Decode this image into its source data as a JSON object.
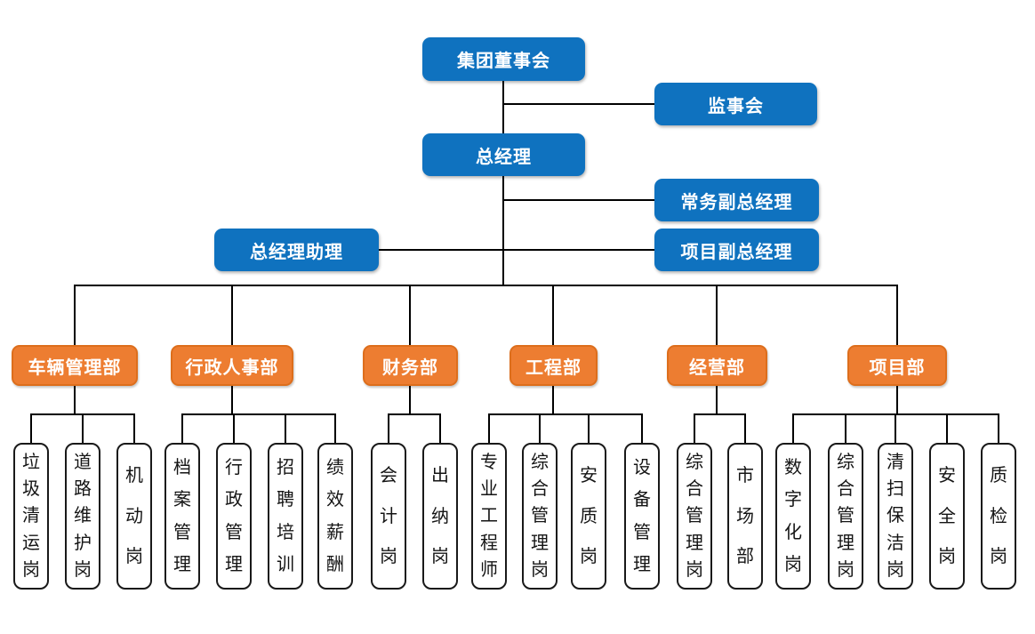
{
  "executives": {
    "board": "集团董事会",
    "supervisory_board": "监事会",
    "general_manager": "总经理",
    "executive_deputy_gm": "常务副总经理",
    "gm_assistant": "总经理助理",
    "project_deputy_gm": "项目副总经理"
  },
  "departments": [
    {
      "label": "车辆管理部",
      "children": [
        "垃圾清运岗",
        "道路维护岗",
        "机动岗"
      ]
    },
    {
      "label": "行政人事部",
      "children": [
        "档案管理",
        "行政管理",
        "招聘培训",
        "绩效薪酬"
      ]
    },
    {
      "label": "财务部",
      "children": [
        "会计岗",
        "出纳岗"
      ]
    },
    {
      "label": "工程部",
      "children": [
        "专业工程师",
        "综合管理岗",
        "安质岗",
        "设备管理"
      ]
    },
    {
      "label": "经营部",
      "children": [
        "综合管理岗",
        "市场部"
      ]
    },
    {
      "label": "项目部",
      "children": [
        "数字化岗",
        "综合管理岗",
        "清扫保洁岗",
        "安全岗",
        "质检岗"
      ]
    }
  ],
  "colors": {
    "primary_blue": "#0F72BF",
    "accent_orange": "#ED7D31",
    "orange_border": "#DD6E1C",
    "line": "#000000",
    "position_box_border": "#191919"
  }
}
